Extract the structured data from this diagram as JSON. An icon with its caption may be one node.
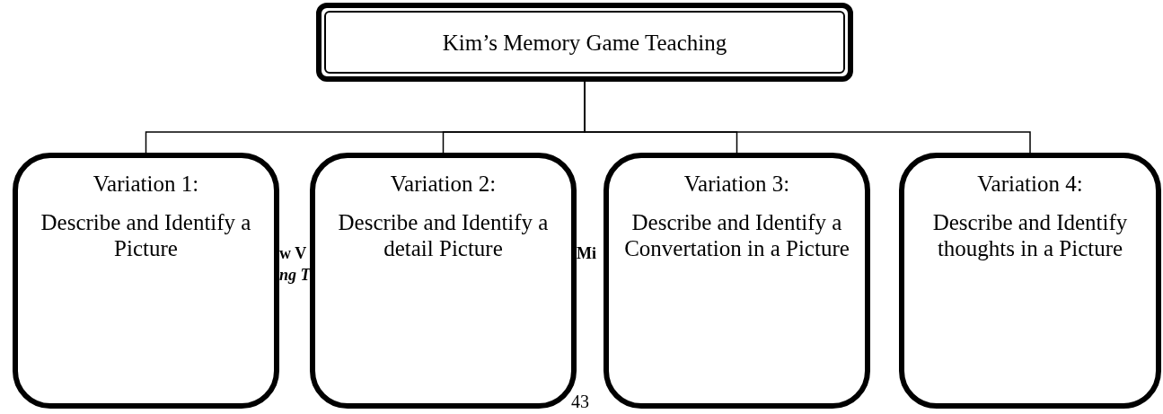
{
  "diagram": {
    "nodes": [
      {
        "text": [
          "Kim’s Memory Game Teaching"
        ]
      },
      {
        "text": [
          "Variation 1:",
          "Describe and Identify a Picture"
        ]
      },
      {
        "text": [
          "Variation 2:",
          "Describe and Identify a detail Picture"
        ]
      },
      {
        "text": [
          "Variation 3:",
          "Describe and Identify a Convertation in a Picture"
        ]
      },
      {
        "text": [
          "Variation 4:",
          "Describe and Identify thoughts in a Picture"
        ]
      }
    ],
    "edges": [
      {
        "from": 0,
        "to": 1,
        "arrow": "none"
      },
      {
        "from": 0,
        "to": 2,
        "arrow": "none"
      },
      {
        "from": 0,
        "to": 3,
        "arrow": "none"
      },
      {
        "from": 0,
        "to": 4,
        "arrow": "none"
      }
    ],
    "labels": [
      "w V",
      "Mi",
      "ng T",
      "43"
    ]
  }
}
